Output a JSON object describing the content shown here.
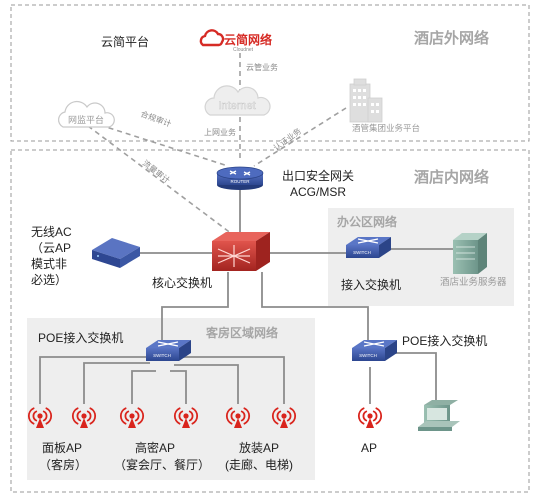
{
  "zones": {
    "outer": "酒店外网络",
    "inner": "酒店内网络",
    "office": "办公区网络",
    "guest": "客房区域网络"
  },
  "outer": {
    "yunjian_platform": "云简平台",
    "logo_brand": "云简网络",
    "logo_sub": "Cloudnet",
    "internet": "Internet",
    "cloud_monitor": "网监平台",
    "group_platform": "酒管集团业务平台"
  },
  "links": {
    "cloud_mgmt": "云管业务",
    "compliance_audit": "合规审计",
    "traffic_audit": "流量审计",
    "uplink_business": "上网业务",
    "auth_business": "认证业务"
  },
  "devices": {
    "router_tag": "ROUTER",
    "gateway_line1": "出口安全网关",
    "gateway_line2": "ACG/MSR",
    "ac_line1": "无线AC",
    "ac_line2": "（云AP",
    "ac_line3": "模式非",
    "ac_line4": "必选）",
    "core_switch": "核心交换机",
    "switch_tag": "SWITCH",
    "access_switch": "接入交换机",
    "hotel_server": "酒店业务服务器",
    "poe_left": "POE接入交换机",
    "poe_right": "POE接入交换机"
  },
  "aps": {
    "panel_line1": "面板AP",
    "panel_line2": "（客房）",
    "dense_line1": "高密AP",
    "dense_line2": "（宴会厅、餐厅）",
    "placed_line1": "放装AP",
    "placed_line2": "(走廊、电梯)",
    "ap": "AP"
  },
  "colors": {
    "zone_border": "#9a9a9a",
    "zone_title": "#a6a6a6",
    "link_line": "#a0a0a0",
    "device_blue": "#3a57a8",
    "core_red": "#c9302c",
    "ap_red": "#d9241c",
    "server_green": "#7fa89a",
    "text": "#222222"
  }
}
